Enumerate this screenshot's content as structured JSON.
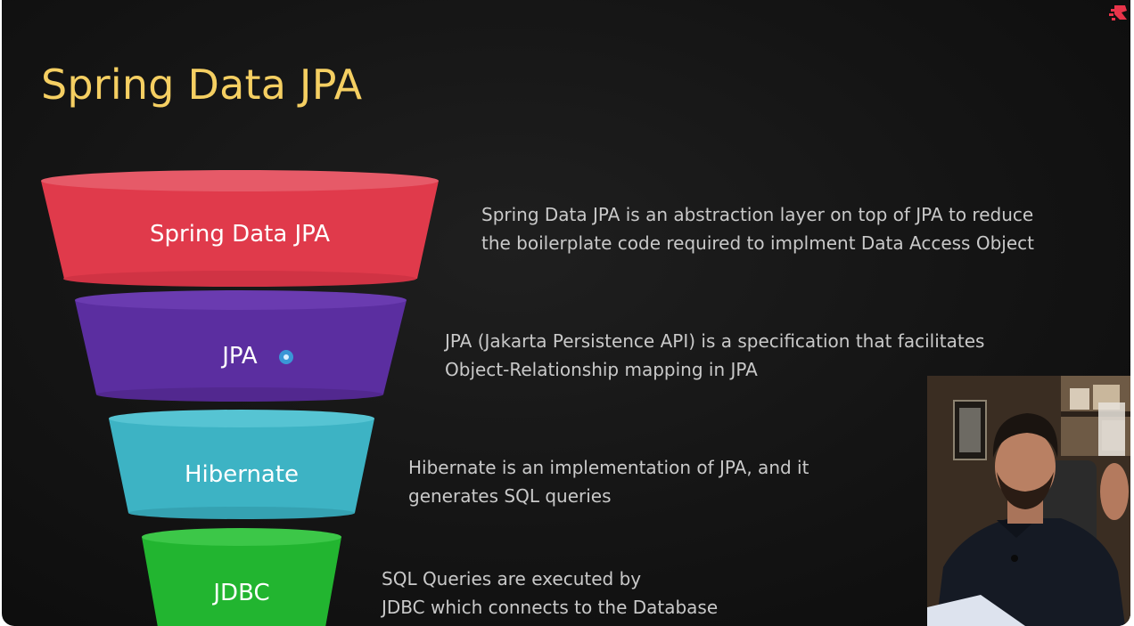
{
  "slide": {
    "title": "Spring Data JPA",
    "layers": [
      {
        "label": "Spring Data JPA",
        "color": "#e03a4b"
      },
      {
        "label": "JPA",
        "color": "#5b2ea0"
      },
      {
        "label": "Hibernate",
        "color": "#3db3c4"
      },
      {
        "label": "JDBC",
        "color": "#22b530"
      }
    ],
    "descriptions": {
      "spring": [
        "Spring Data JPA is an abstraction layer on top of JPA to reduce",
        "the boilerplate code required to implment Data Access Object"
      ],
      "jpa": [
        "JPA (Jakarta Persistence API) is a specification that facilitates",
        "Object-Relationship mapping in JPA"
      ],
      "hibernate": [
        "Hibernate is an implementation of JPA, and it",
        "generates SQL queries"
      ],
      "jdbc": [
        "SQL Queries are executed by",
        "JDBC which connects to the Database"
      ]
    },
    "title_color": "#f5cf62",
    "background_color": "#141414"
  },
  "overlay": {
    "webcam": "presenter-webcam",
    "logo_icon": "brand-logo-icon",
    "pointer_icon": "cursor-pointer-icon"
  }
}
